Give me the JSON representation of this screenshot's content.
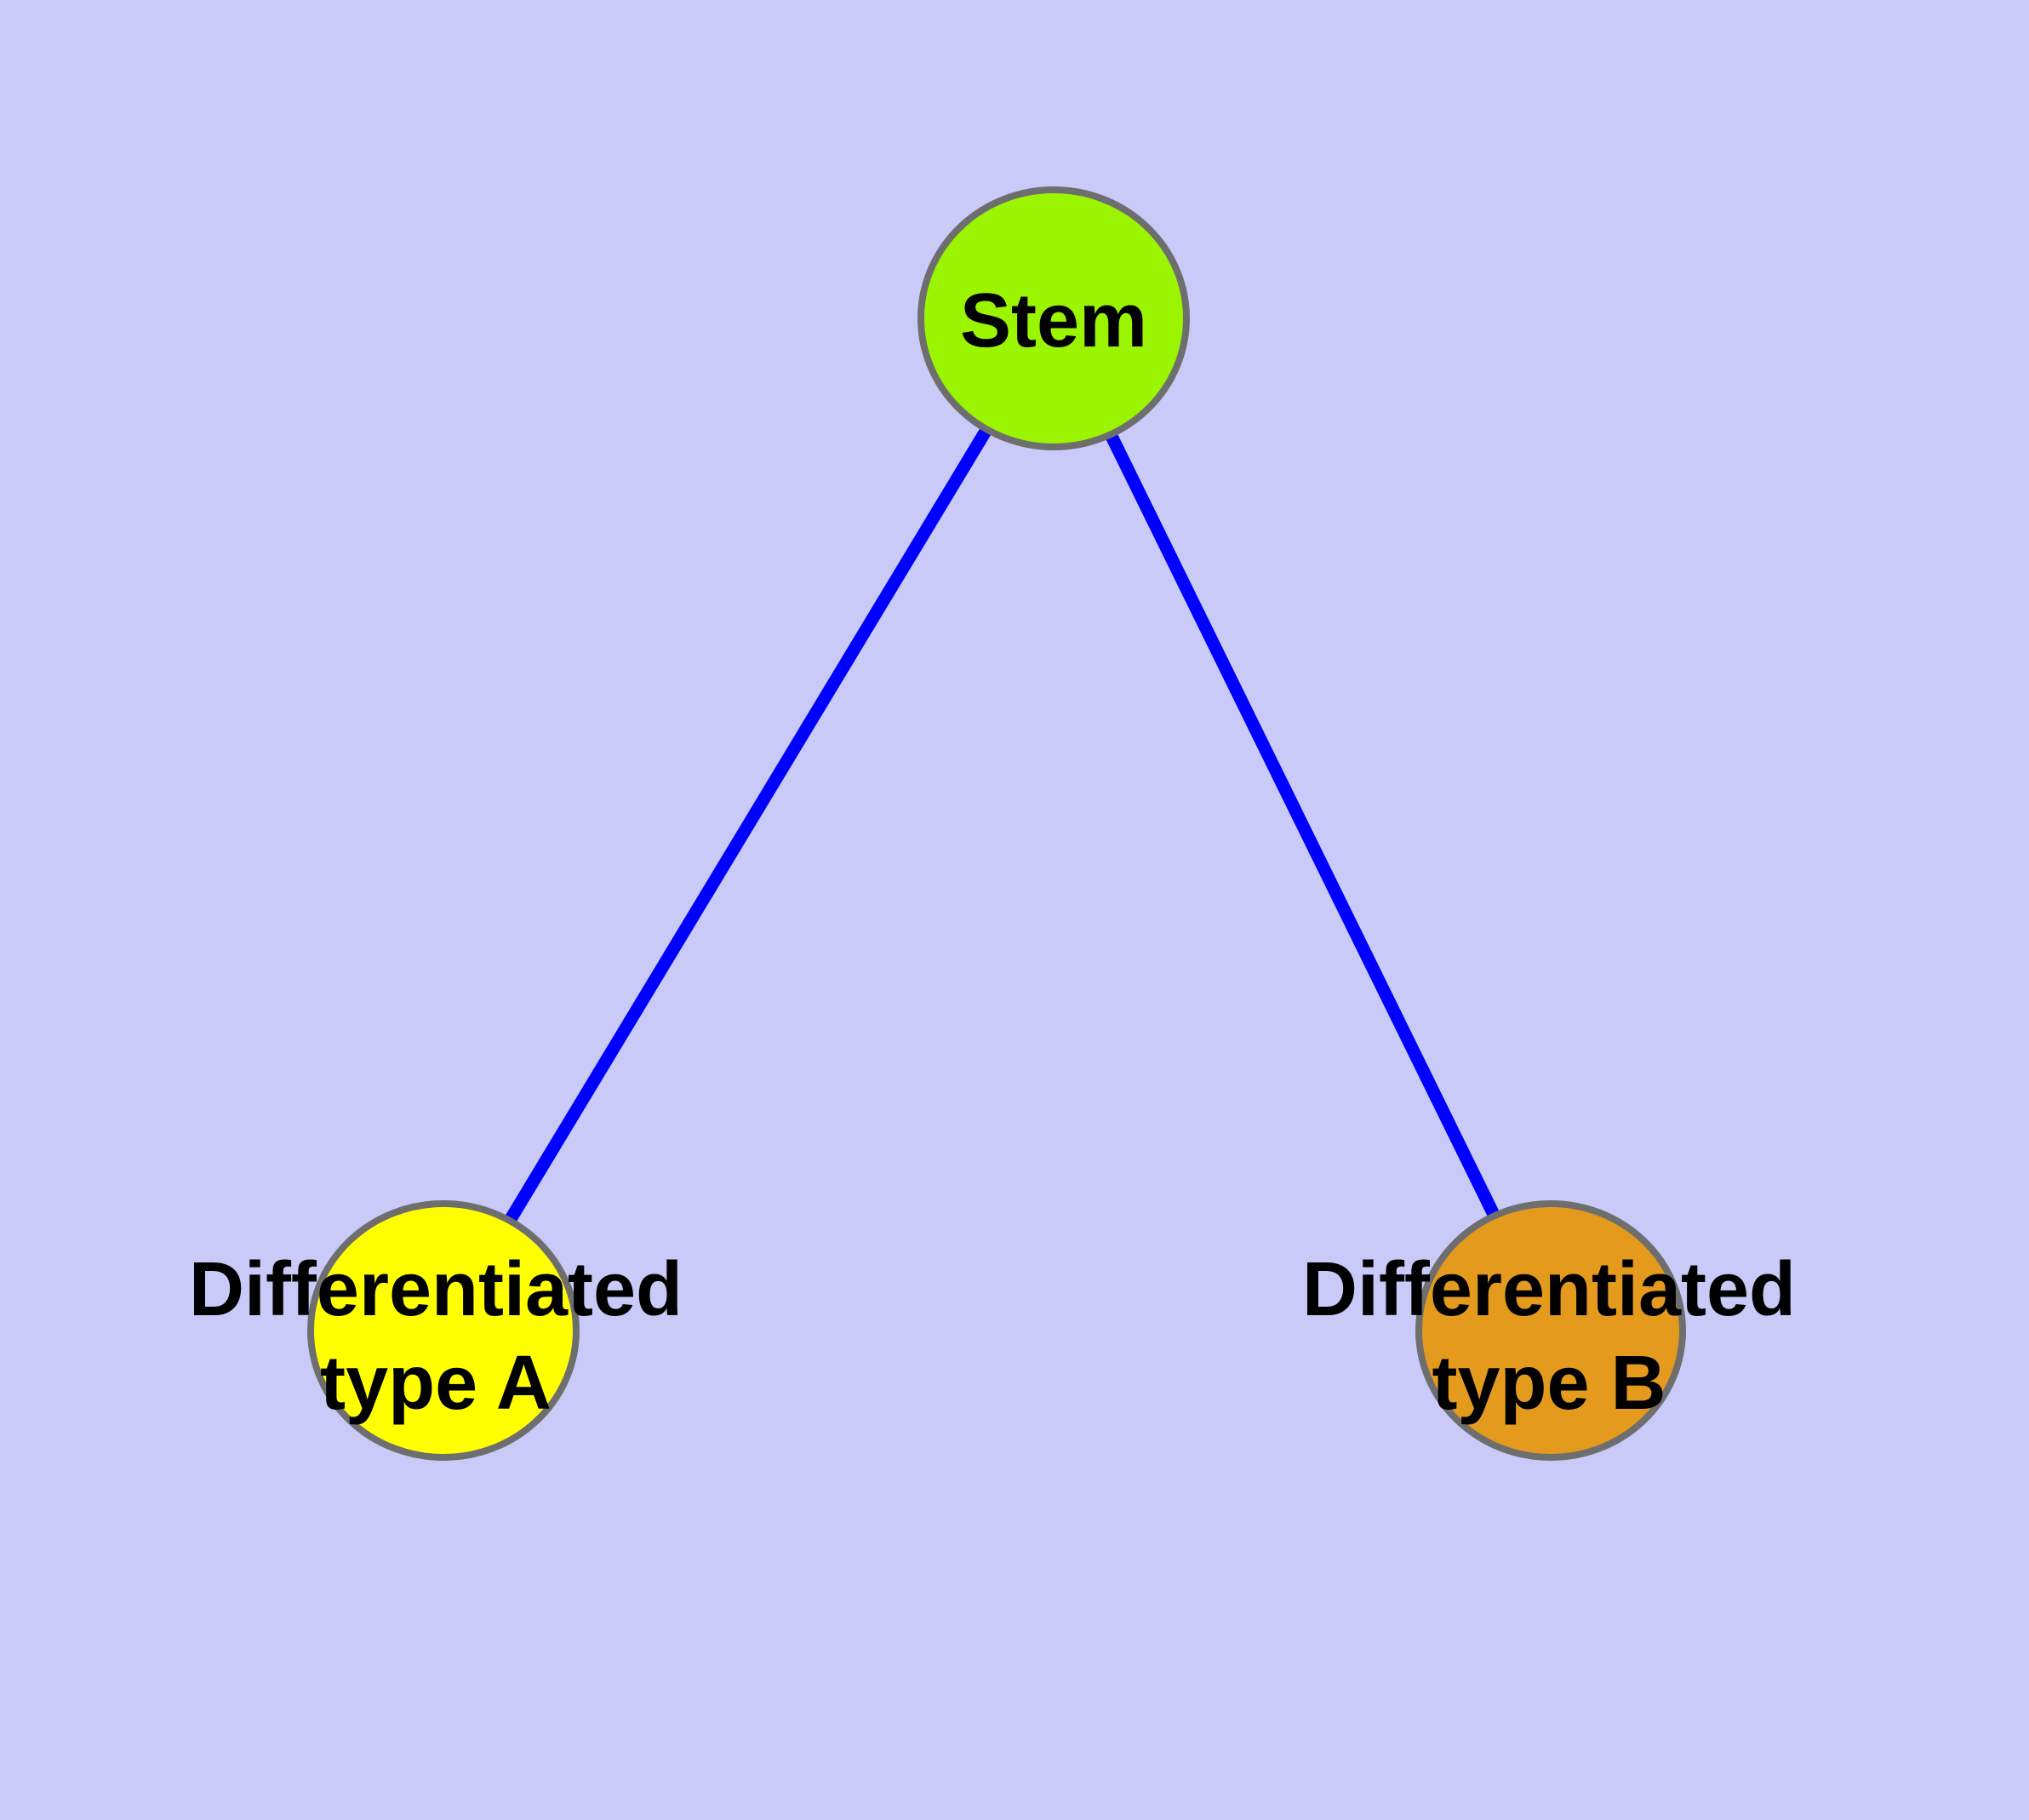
{
  "diagram": {
    "type": "graph",
    "description": "Stem cell differentiation tree: one stem node connected to two differentiated cell type nodes",
    "background_color": "#CACAF8",
    "edge_color": "#0000FF",
    "node_border_color": "#6E6E6E",
    "label_color": "#000000",
    "nodes": {
      "stem": {
        "label": "Stem",
        "fill": "#9BF500"
      },
      "type_a": {
        "label_line1": "Differentiated",
        "label_line2": "type A",
        "fill": "#FFFF00"
      },
      "type_b": {
        "label_line1": "Differentiated",
        "label_line2": "type B",
        "fill": "#E49B1D"
      }
    },
    "edges": [
      {
        "from": "Stem",
        "to": "Differentiated type A"
      },
      {
        "from": "Stem",
        "to": "Differentiated type B"
      }
    ]
  }
}
